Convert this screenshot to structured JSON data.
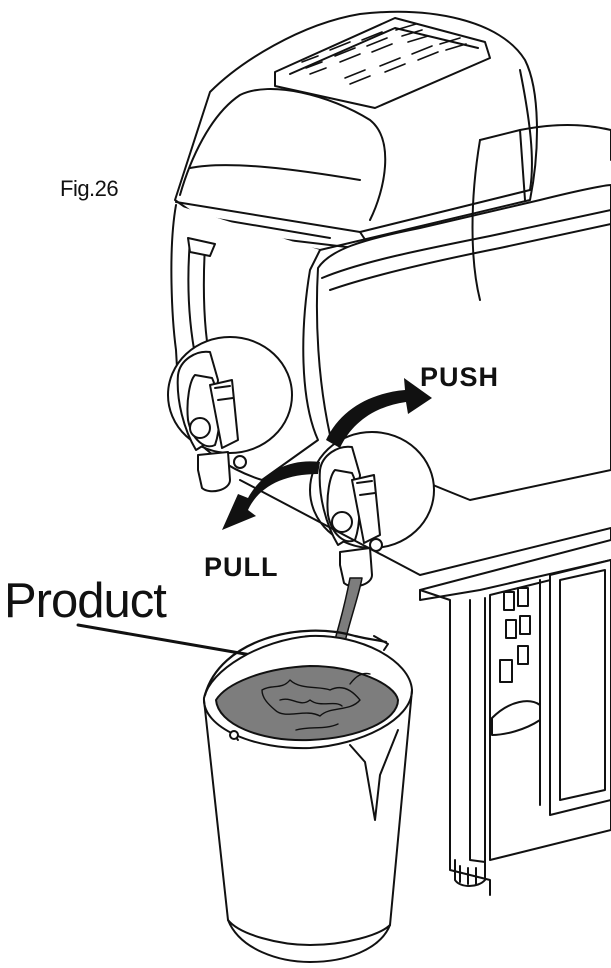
{
  "figure": {
    "caption": "Fig.26",
    "labels": {
      "push": "PUSH",
      "pull": "PULL",
      "product": "Product"
    },
    "colors": {
      "line": "#111111",
      "liquid": "#7d7d7d",
      "background": "#ffffff"
    }
  }
}
